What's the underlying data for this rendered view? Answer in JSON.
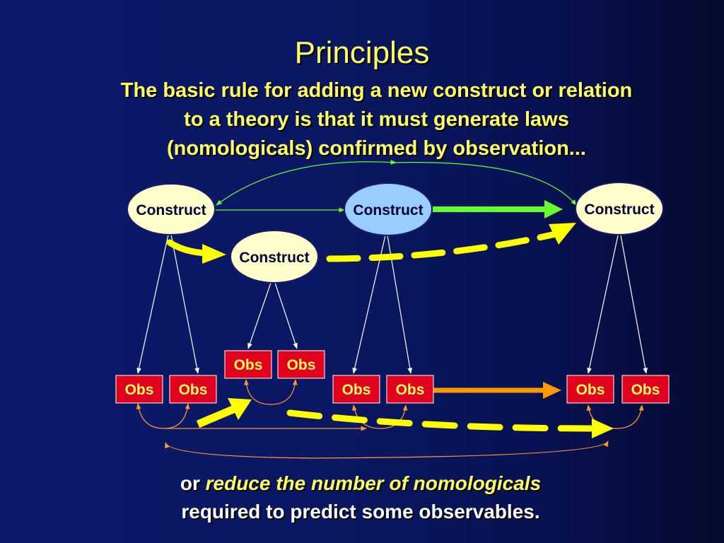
{
  "slide": {
    "title": "Principles",
    "subtitle_lines": [
      "The basic rule for adding a new construct or relation",
      "to a theory is that it must generate laws",
      "(nomologicals) confirmed by observation..."
    ],
    "footer": {
      "prefix": "or ",
      "emphasis": "reduce the number of nomologicals",
      "line2": "required to predict some observables."
    }
  },
  "diagram": {
    "construct_label": "Construct",
    "obs_label": "Obs",
    "colors": {
      "construct_fill": "#ffffcc",
      "construct_highlight_fill": "#99ccff",
      "obs_fill": "#e0001e",
      "green_arrow": "#66ff33",
      "yellow_arrow": "#ffff00",
      "orange_arrow": "#ff9900",
      "thin_green": "#66ff33",
      "thin_orange": "#ff9933",
      "white_arrow": "#ffffff"
    }
  }
}
